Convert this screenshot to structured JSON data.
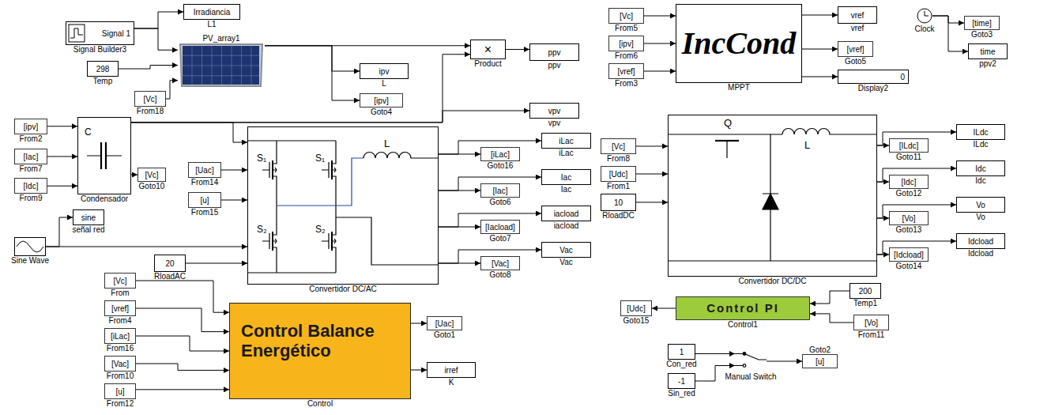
{
  "diagram": {
    "nodes": [
      {
        "text": [
          "Signal 1",
          "Signal Builder3"
        ]
      },
      {
        "text": [
          "Irradiancia",
          "L1"
        ]
      },
      {
        "text": [
          "PV_array1"
        ]
      },
      {
        "text": [
          "298",
          "Temp"
        ]
      },
      {
        "text": [
          "[Vc]",
          "From18"
        ]
      },
      {
        "text": [
          "ipv",
          "L"
        ]
      },
      {
        "text": [
          "[ipv]",
          "Goto4"
        ]
      },
      {
        "text": [
          "×",
          "Product"
        ]
      },
      {
        "text": [
          "ppv",
          "ppv"
        ]
      },
      {
        "text": [
          "vpv",
          "vpv"
        ]
      },
      {
        "text": [
          "[ipv]",
          "From2"
        ]
      },
      {
        "text": [
          "[Iac]",
          "From7"
        ]
      },
      {
        "text": [
          "[Idc]",
          "From9"
        ]
      },
      {
        "text": [
          "C",
          "Condensador"
        ]
      },
      {
        "text": [
          "[Vc]",
          "Goto10"
        ]
      },
      {
        "text": [
          "sine",
          "señal red"
        ]
      },
      {
        "text": [
          "Sine Wave"
        ]
      },
      {
        "text": [
          "[Uac]",
          "From14"
        ]
      },
      {
        "text": [
          "[u]",
          "From15"
        ]
      },
      {
        "text": [
          "20",
          "RloadAC"
        ]
      },
      {
        "text": [
          "S₁",
          "S₁",
          "S₂",
          "S₂",
          "L",
          "Convertidor DC/AC"
        ]
      },
      {
        "text": [
          "[iLac]",
          "Goto16"
        ]
      },
      {
        "text": [
          "iLac",
          "iLac"
        ]
      },
      {
        "text": [
          "[Iac]",
          "Goto6"
        ]
      },
      {
        "text": [
          "Iac",
          "Iac"
        ]
      },
      {
        "text": [
          "[Iacload]",
          "Goto7"
        ]
      },
      {
        "text": [
          "iacload",
          "iacload"
        ]
      },
      {
        "text": [
          "[Vac]",
          "Goto8"
        ]
      },
      {
        "text": [
          "Vac",
          "Vac"
        ]
      },
      {
        "text": [
          "[Vc]",
          "From"
        ]
      },
      {
        "text": [
          "[vref]",
          "From4"
        ]
      },
      {
        "text": [
          "[iLac]",
          "From16"
        ]
      },
      {
        "text": [
          "[Vac]",
          "From10"
        ]
      },
      {
        "text": [
          "[u]",
          "From12"
        ]
      },
      {
        "text": [
          "Control Balance Energético",
          "Control"
        ]
      },
      {
        "text": [
          "[Uac]",
          "Goto1"
        ]
      },
      {
        "text": [
          "irref",
          "K"
        ]
      },
      {
        "text": [
          "[Vc]",
          "From5"
        ]
      },
      {
        "text": [
          "[ipv]",
          "From6"
        ]
      },
      {
        "text": [
          "[vref]",
          "From3"
        ]
      },
      {
        "text": [
          "IncCond",
          "MPPT"
        ]
      },
      {
        "text": [
          "vref",
          "vref"
        ]
      },
      {
        "text": [
          "[vref]",
          "Goto5"
        ]
      },
      {
        "text": [
          "0",
          "Display2"
        ]
      },
      {
        "text": [
          "Clock"
        ]
      },
      {
        "text": [
          "[time]",
          "Goto3"
        ]
      },
      {
        "text": [
          "time",
          "ppv2"
        ]
      },
      {
        "text": [
          "[Vc]",
          "From8"
        ]
      },
      {
        "text": [
          "[Udc]",
          "From1"
        ]
      },
      {
        "text": [
          "10",
          "RloadDC"
        ]
      },
      {
        "text": [
          "Q",
          "L",
          "Convertidor DC/DC"
        ]
      },
      {
        "text": [
          "[ILdc]",
          "Goto11"
        ]
      },
      {
        "text": [
          "ILdc",
          "ILdc"
        ]
      },
      {
        "text": [
          "[Idc]",
          "Goto12"
        ]
      },
      {
        "text": [
          "Idc",
          "Idc"
        ]
      },
      {
        "text": [
          "[Vo]",
          "Goto13"
        ]
      },
      {
        "text": [
          "Vo",
          "Vo"
        ]
      },
      {
        "text": [
          "[Idcload]",
          "Goto14"
        ]
      },
      {
        "text": [
          "Idcload",
          "Idcload"
        ]
      },
      {
        "text": [
          "[Udc]",
          "Goto15"
        ]
      },
      {
        "text": [
          "Control PI",
          "Control1"
        ]
      },
      {
        "text": [
          "200",
          "Temp1"
        ]
      },
      {
        "text": [
          "[Vo]",
          "From11"
        ]
      },
      {
        "text": [
          "1",
          "Con_red"
        ]
      },
      {
        "text": [
          "-1",
          "Sin_red"
        ]
      },
      {
        "text": [
          "Manual Switch"
        ]
      },
      {
        "text": [
          "[u]",
          "Goto2"
        ]
      }
    ],
    "edges": [
      {
        "from": 0,
        "to": 1,
        "arrow": "to"
      },
      {
        "from": 0,
        "to": 2,
        "arrow": "to"
      },
      {
        "from": 3,
        "to": 2,
        "arrow": "to"
      },
      {
        "from": 4,
        "to": 2,
        "arrow": "to"
      },
      {
        "from": 2,
        "to": 7,
        "arrow": "to"
      },
      {
        "from": 2,
        "to": 5,
        "arrow": "to"
      },
      {
        "from": 2,
        "to": 6,
        "arrow": "to"
      },
      {
        "from": 13,
        "to": 7,
        "arrow": "to"
      },
      {
        "from": 13,
        "to": 9,
        "arrow": "to"
      },
      {
        "from": 13,
        "to": 20,
        "arrow": "to"
      },
      {
        "from": 13,
        "to": 14,
        "arrow": "to"
      },
      {
        "from": 10,
        "to": 13,
        "arrow": "to"
      },
      {
        "from": 11,
        "to": 13,
        "arrow": "to"
      },
      {
        "from": 12,
        "to": 13,
        "arrow": "to"
      },
      {
        "from": 16,
        "to": 15,
        "arrow": "to"
      },
      {
        "from": 16,
        "to": 20,
        "arrow": "to"
      },
      {
        "from": 17,
        "to": 20,
        "arrow": "to"
      },
      {
        "from": 18,
        "to": 20,
        "arrow": "to"
      },
      {
        "from": 19,
        "to": 20,
        "arrow": "to"
      },
      {
        "from": 7,
        "to": 8,
        "arrow": "to"
      },
      {
        "from": 20,
        "to": 21,
        "arrow": "to"
      },
      {
        "from": 20,
        "to": 22,
        "arrow": "to"
      },
      {
        "from": 20,
        "to": 23,
        "arrow": "to"
      },
      {
        "from": 20,
        "to": 24,
        "arrow": "to"
      },
      {
        "from": 20,
        "to": 25,
        "arrow": "to"
      },
      {
        "from": 20,
        "to": 26,
        "arrow": "to"
      },
      {
        "from": 20,
        "to": 27,
        "arrow": "to"
      },
      {
        "from": 20,
        "to": 28,
        "arrow": "to"
      },
      {
        "from": 29,
        "to": 34,
        "arrow": "to"
      },
      {
        "from": 30,
        "to": 34,
        "arrow": "to"
      },
      {
        "from": 31,
        "to": 34,
        "arrow": "to"
      },
      {
        "from": 32,
        "to": 34,
        "arrow": "to"
      },
      {
        "from": 33,
        "to": 34,
        "arrow": "to"
      },
      {
        "from": 34,
        "to": 35,
        "arrow": "to"
      },
      {
        "from": 34,
        "to": 36,
        "arrow": "to"
      },
      {
        "from": 37,
        "to": 40,
        "arrow": "to"
      },
      {
        "from": 38,
        "to": 40,
        "arrow": "to"
      },
      {
        "from": 39,
        "to": 40,
        "arrow": "to"
      },
      {
        "from": 40,
        "to": 41,
        "arrow": "to"
      },
      {
        "from": 40,
        "to": 42,
        "arrow": "to"
      },
      {
        "from": 40,
        "to": 43,
        "arrow": "to"
      },
      {
        "from": 44,
        "to": 45,
        "arrow": "to"
      },
      {
        "from": 44,
        "to": 46,
        "arrow": "to"
      },
      {
        "from": 47,
        "to": 50,
        "arrow": "to"
      },
      {
        "from": 48,
        "to": 50,
        "arrow": "to"
      },
      {
        "from": 49,
        "to": 50,
        "arrow": "to"
      },
      {
        "from": 50,
        "to": 51,
        "arrow": "to"
      },
      {
        "from": 50,
        "to": 52,
        "arrow": "to"
      },
      {
        "from": 50,
        "to": 53,
        "arrow": "to"
      },
      {
        "from": 50,
        "to": 54,
        "arrow": "to"
      },
      {
        "from": 50,
        "to": 55,
        "arrow": "to"
      },
      {
        "from": 50,
        "to": 56,
        "arrow": "to"
      },
      {
        "from": 50,
        "to": 57,
        "arrow": "to"
      },
      {
        "from": 50,
        "to": 58,
        "arrow": "to"
      },
      {
        "from": 60,
        "to": 59,
        "arrow": "to"
      },
      {
        "from": 61,
        "to": 60,
        "arrow": "to"
      },
      {
        "from": 62,
        "to": 60,
        "arrow": "to"
      },
      {
        "from": 63,
        "to": 65,
        "arrow": "to"
      },
      {
        "from": 64,
        "to": 65,
        "arrow": "to"
      },
      {
        "from": 65,
        "to": 66,
        "arrow": "to"
      }
    ]
  }
}
